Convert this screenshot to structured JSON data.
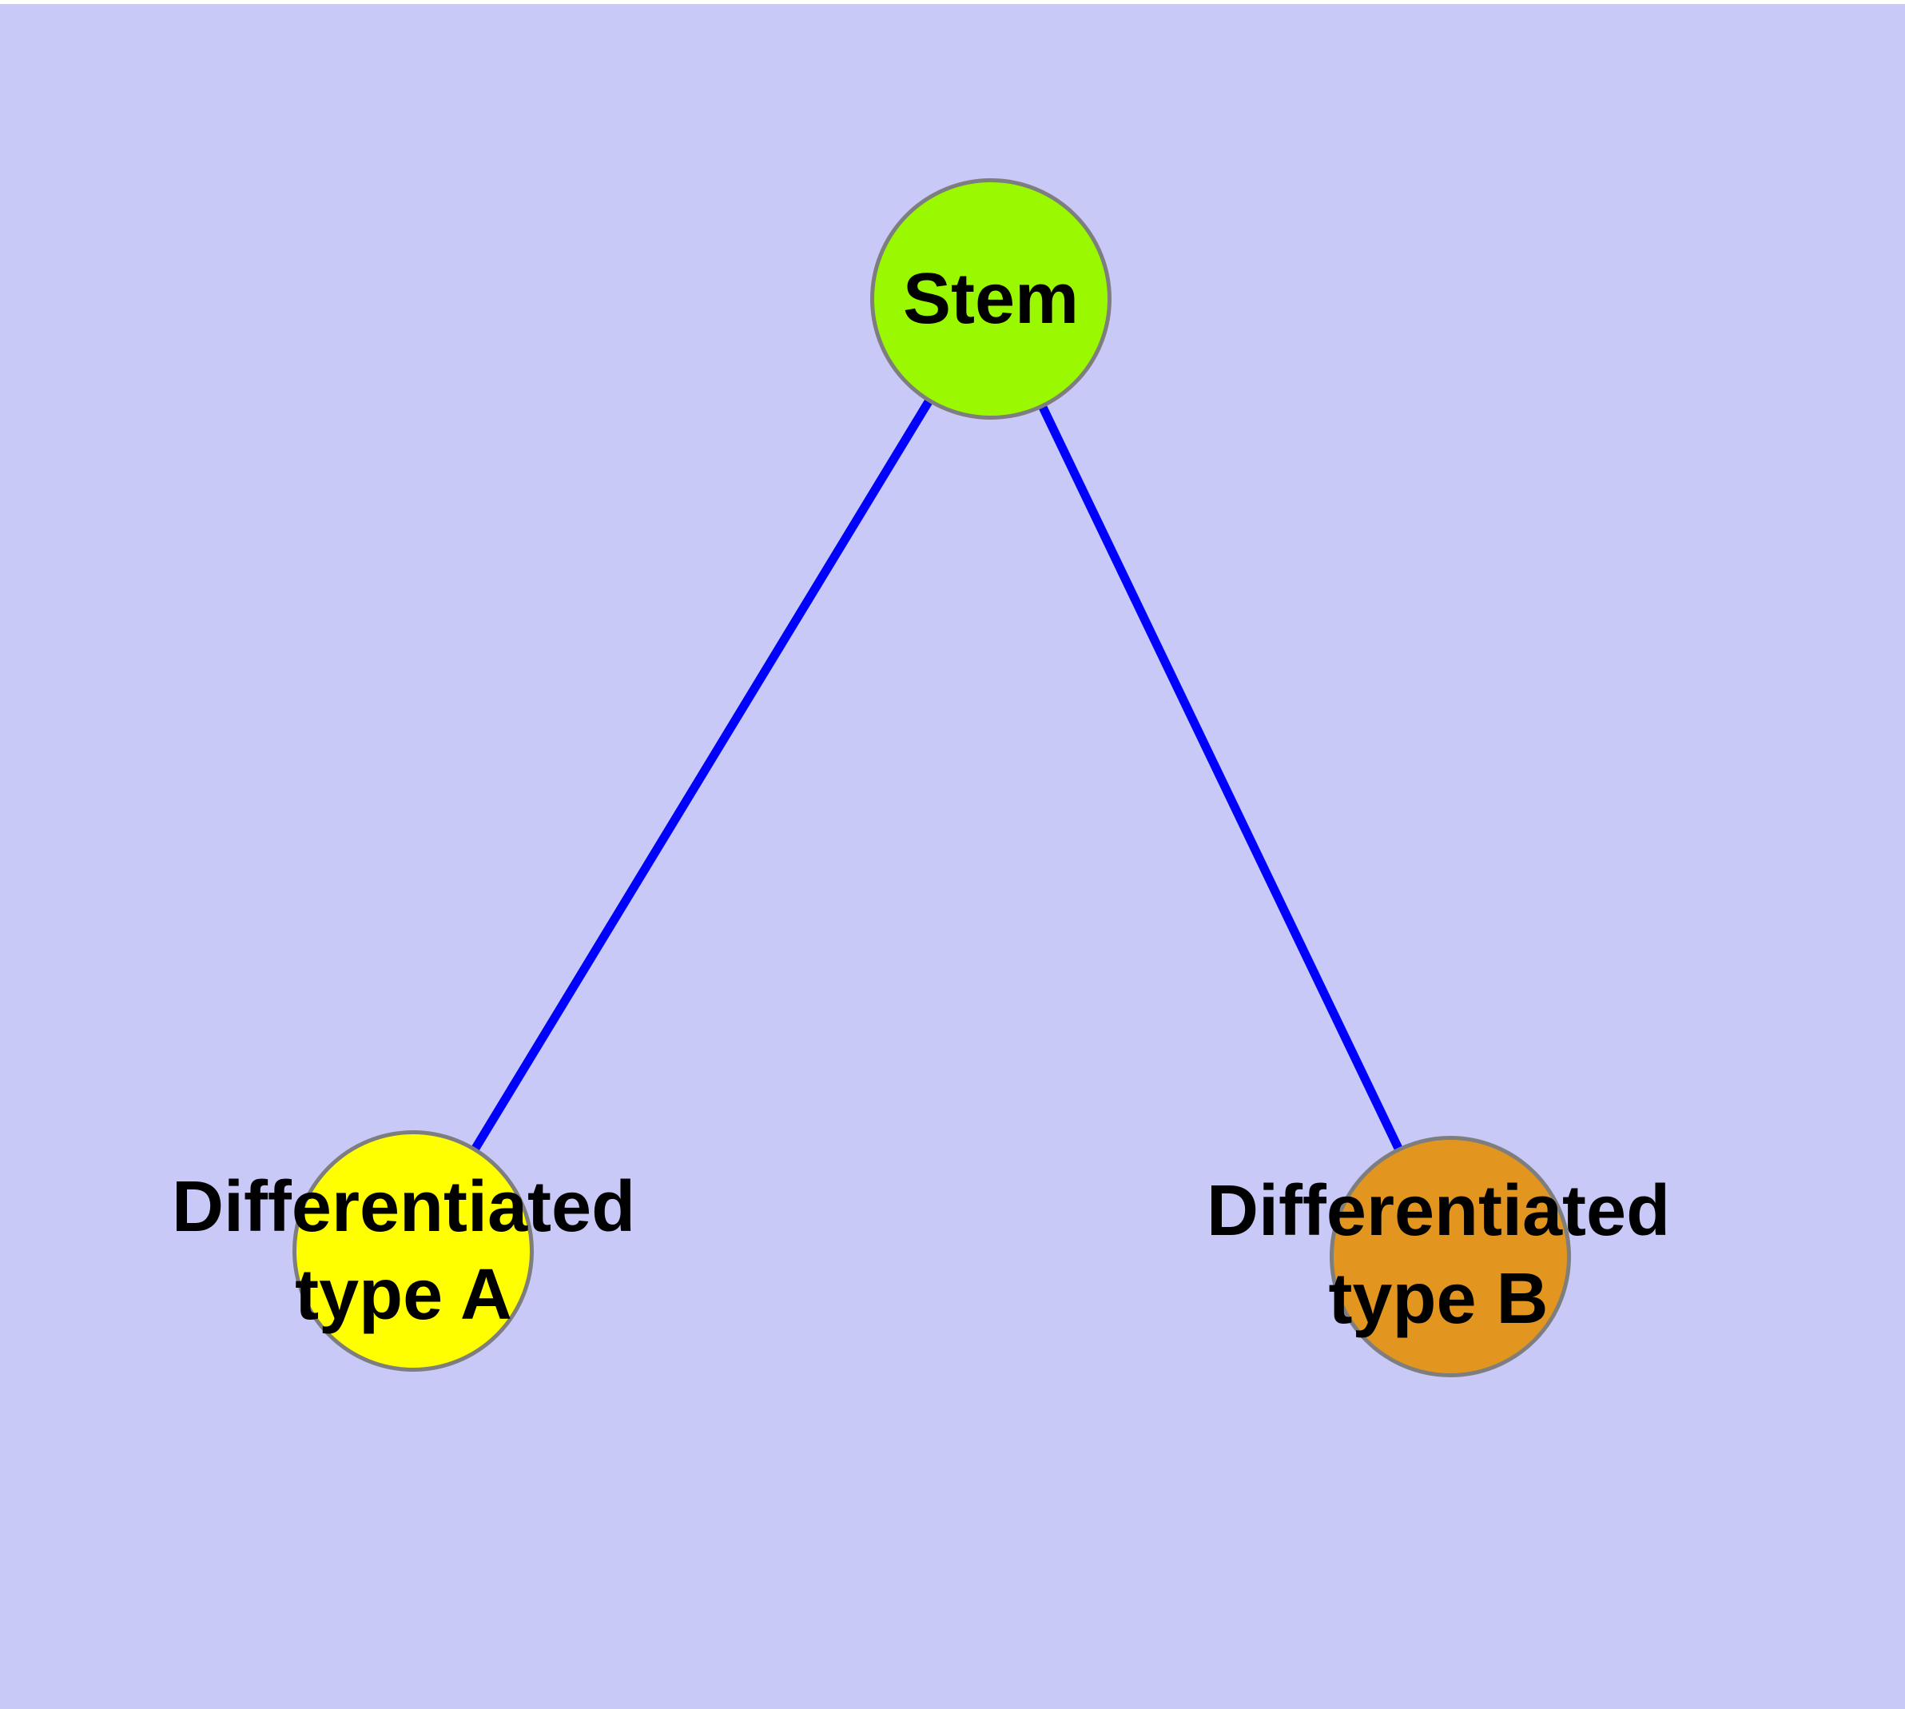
{
  "colors": {
    "background": "#C9C9F7",
    "canvas_edge": "#FFFFFF",
    "node_border": "#7E7E7E",
    "edge": "#0000FF",
    "label_text": "#000000",
    "stem_fill": "#9AF900",
    "type_a_fill": "#FFFF00",
    "type_b_fill": "#E2961F"
  },
  "diagram": {
    "type": "node-link-graph",
    "nodes": [
      {
        "id": "stem",
        "shape": "circle",
        "label": "Stem",
        "label_line1": "Stem",
        "label_line2": ""
      },
      {
        "id": "type-a",
        "shape": "circle",
        "label": "Differentiated type A",
        "label_line1": "Differentiated",
        "label_line2": "type A"
      },
      {
        "id": "type-b",
        "shape": "circle",
        "label": "Differentiated type B",
        "label_line1": "Differentiated",
        "label_line2": "type B"
      }
    ],
    "edges": [
      {
        "from": "Stem",
        "to": "Differentiated type A"
      },
      {
        "from": "Stem",
        "to": "Differentiated type B"
      }
    ]
  }
}
